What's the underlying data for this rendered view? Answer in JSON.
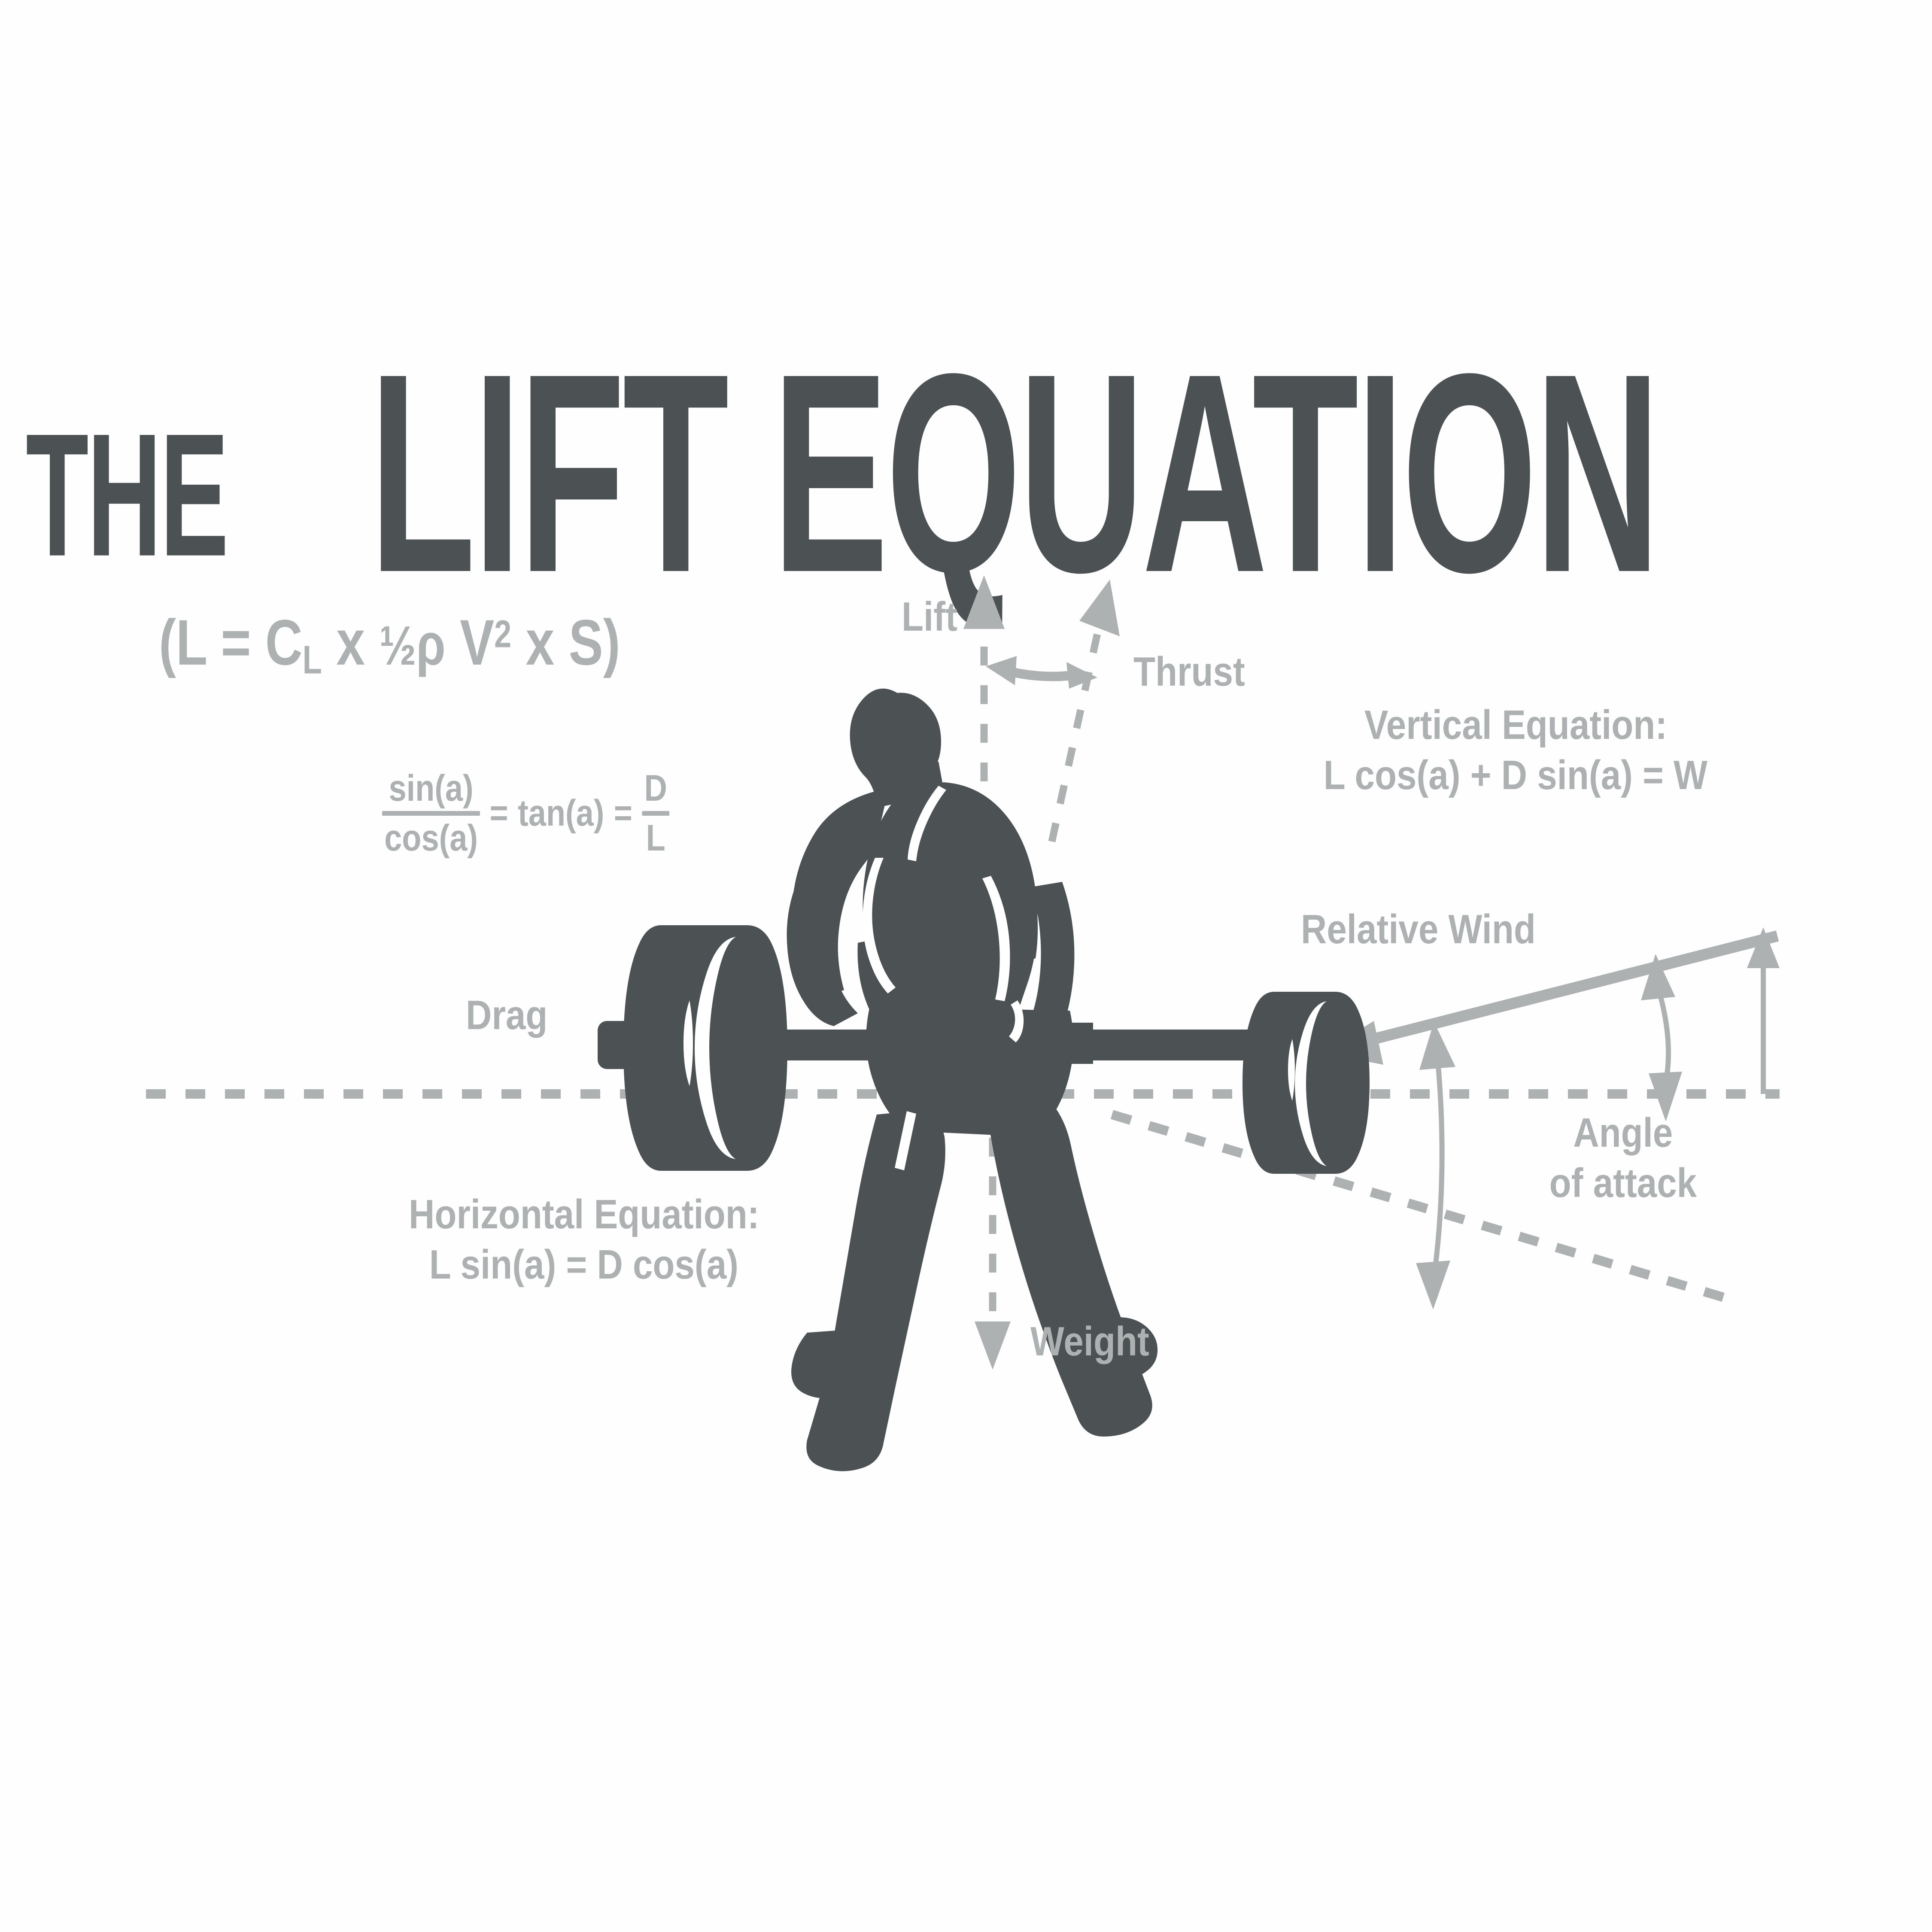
{
  "title": {
    "small_word": "THE",
    "main_words": "LIFT EQUATION"
  },
  "formula": {
    "open_paren": "(L = C",
    "sub_L": "L",
    "times1": " x ",
    "half": "½",
    "rho": "ρ",
    "v": " V",
    "sup_2": "2",
    "times2": " x S)"
  },
  "trig": {
    "numerator": "sin(a)",
    "denominator": "cos(a)",
    "equals_1": "=",
    "middle": "tan(a)",
    "equals_2": "=",
    "frac2_num": "D",
    "frac2_den": "L"
  },
  "labels": {
    "lift": "Lift",
    "thrust": "Thrust",
    "drag": "Drag",
    "weight": "Weight",
    "relative_wind": "Relative Wind",
    "angle_of_attack_line1": "Angle",
    "angle_of_attack_line2": "of attack"
  },
  "equations": {
    "vertical_title": "Vertical Equation:",
    "vertical_body": "L cos(a) + D sin(a) = W",
    "horizontal_title": "Horizontal Equation:",
    "horizontal_body": "L sin(a) = D cos(a)"
  },
  "colors": {
    "dark": "#4c5153",
    "gray": "#aeb1b1",
    "background": "#fefefe"
  },
  "icons": {
    "lifter": "weightlifter-silhouette-icon",
    "barbell": "barbell-icon",
    "lift_arrow": "up-arrow-icon",
    "thrust_arrow": "diagonal-up-arrow-icon",
    "weight_arrow": "down-arrow-icon",
    "wind_arrow": "left-arrow-icon",
    "angle_arc": "double-headed-curved-arrow-icon"
  }
}
